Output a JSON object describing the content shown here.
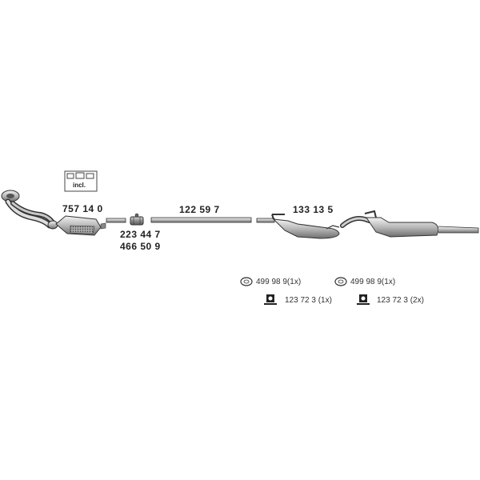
{
  "parts": {
    "catalytic_converter": "757 14 0",
    "included_note": "incl.",
    "clamp_1": "223 44 7",
    "clamp_2": "466 50 9",
    "middle_pipe": "122 59 7",
    "center_silencer": "133 13 5"
  },
  "hardware": {
    "group_left": {
      "ring": "499 98 9(1x)",
      "hanger": "123 72 3  (1x)"
    },
    "group_right": {
      "ring": "499 98 9(1x)",
      "hanger": "123 72 3  (2x)"
    }
  },
  "icons": [
    "rubber-ring-icon",
    "rubber-hanger-icon",
    "gasket-kit-icon"
  ]
}
